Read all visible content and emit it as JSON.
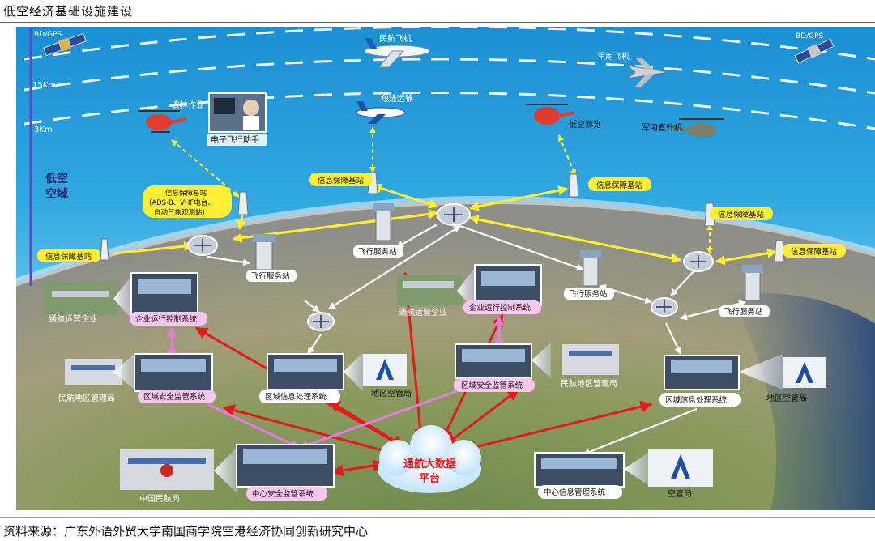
{
  "header": {
    "title": "低空经济基础设施建设"
  },
  "footer": {
    "source": "资料来源：广东外语外贸大学南国商学院空港经济协同创新研究中心"
  },
  "altitude": {
    "top": "BD/GPS",
    "km15": "15Km",
    "km3": "3Km",
    "zone_line1": "低空",
    "zone_line2": "空域"
  },
  "satellites": {
    "left": "BD/GPS",
    "right": "BD/GPS"
  },
  "aircraft": {
    "civil": "民航飞机",
    "military_plane": "军用飞机",
    "short_transport": "短途运输",
    "agri": "农林作业",
    "pilot_assist": "电子飞行助手",
    "tour": "低空游览",
    "military_heli": "军用直升机"
  },
  "stations": {
    "ib_detail_line1": "信息保障基站",
    "ib_detail_line2": "(ADS-B、VHF电台、",
    "ib_detail_line3": "自动气象观测站)",
    "ib1": "信息保障基站",
    "ib2": "信息保障基站",
    "ib3": "信息保障基站",
    "ib4": "信息保障基站",
    "ib5": "信息保障基站"
  },
  "services": {
    "fs1": "飞行服务站",
    "fs2": "飞行服务站",
    "fs3": "飞行服务站",
    "fs4": "飞行服务站"
  },
  "ground": {
    "ga_ops_1": "通航运营企业",
    "ga_ops_2": "通航运营企业",
    "ent_ctrl_1": "企业运行控制系统",
    "ent_ctrl_2": "企业运行控制系统",
    "caac_region_1": "民航地区管理局",
    "caac_region_2": "民航地区管理局",
    "regional_safety_1": "区域安全监管系统",
    "regional_safety_2": "区域安全监管系统",
    "regional_info_1": "区域信息处理系统",
    "regional_info_2": "区域信息处理系统",
    "regional_atc_1": "地区空管局",
    "regional_atc_2": "地区空管局",
    "big_data_line1": "通航大数据",
    "big_data_line2": "平台",
    "caac": "中国民航局",
    "central_safety": "中心安全监管系统",
    "central_info": "中心信息管理系统",
    "atc_bureau": "空管局"
  }
}
